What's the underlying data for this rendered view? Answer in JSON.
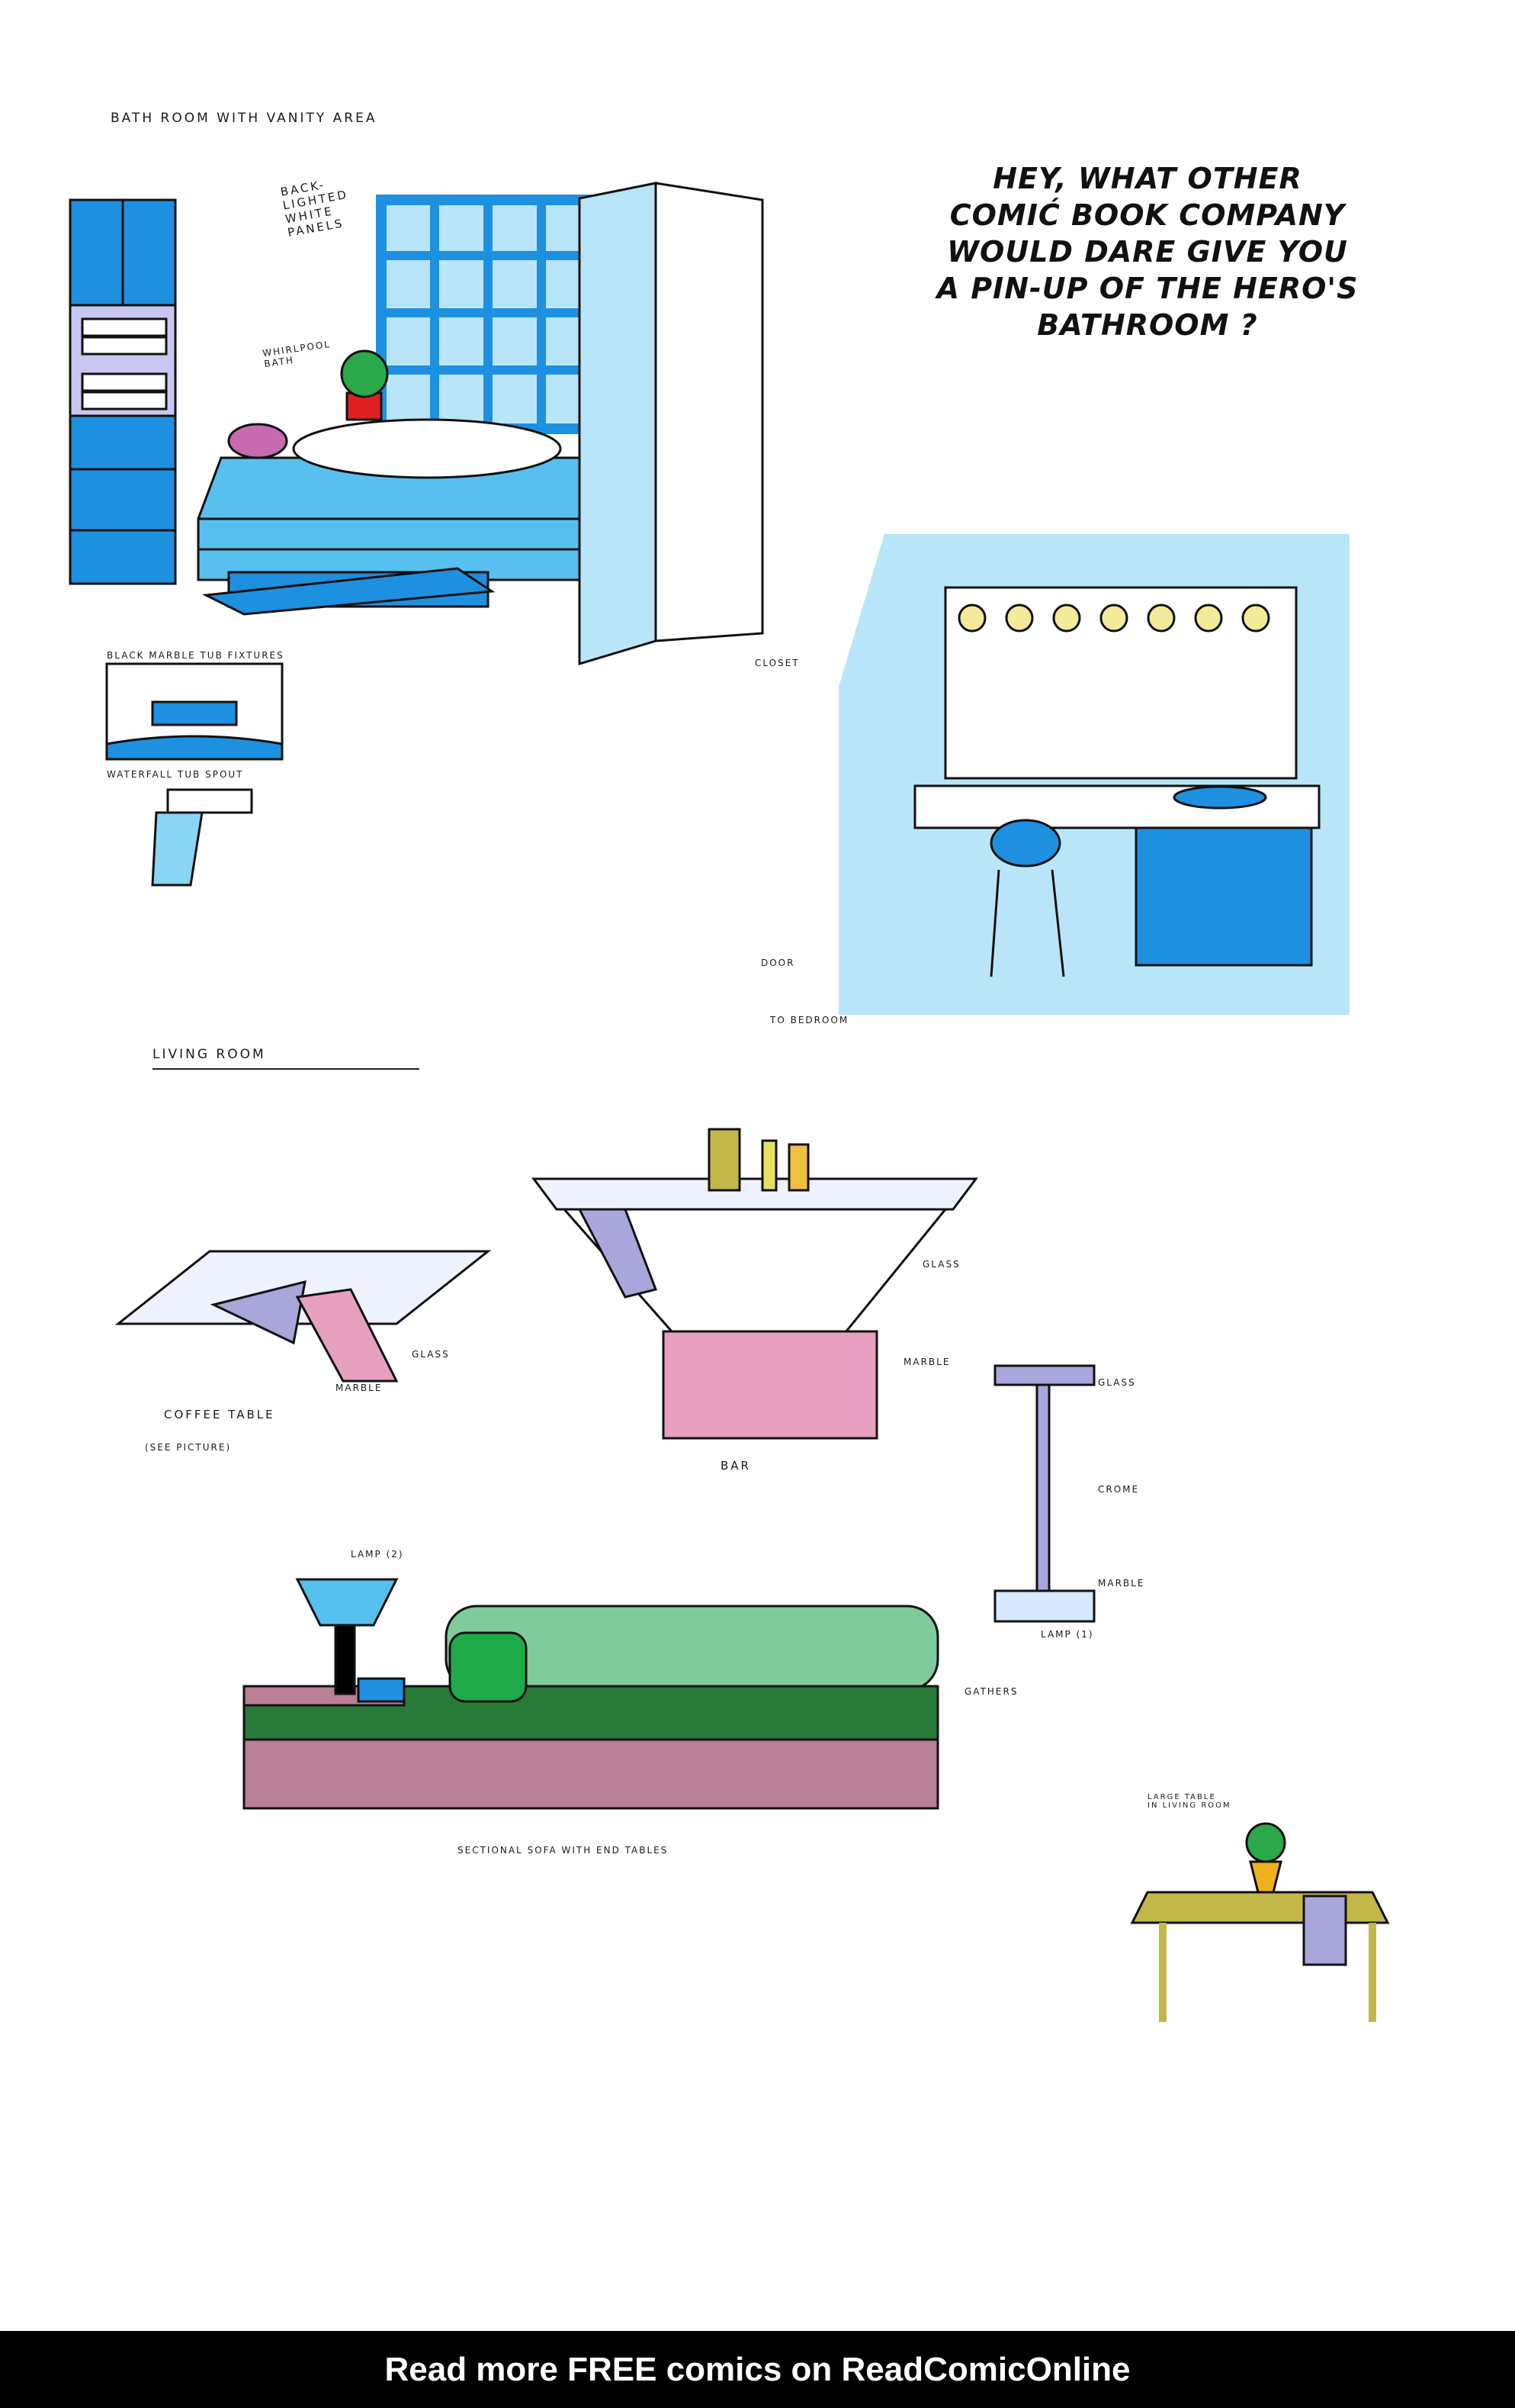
{
  "header": {
    "section_bath": "BATH ROOM WITH VANITY AREA",
    "section_living": "LIVING ROOM"
  },
  "caption": {
    "lines": [
      "HEY, WHAT OTHER",
      "COMIĆ BOOK COMPANY",
      "WOULD DARE GIVE YOU",
      "A PIN-UP OF THE HERO'S",
      "BATHROOM ?"
    ]
  },
  "bath_labels": {
    "panels": [
      "BACK-",
      "LIGHTED",
      "WHITE",
      "PANELS"
    ],
    "whirlpool": [
      "WHIRLPOOL",
      "BATH"
    ],
    "closet": "CLOSET",
    "tub_fixtures": "BLACK MARBLE TUB FIXTURES",
    "tub_spout": "WATERFALL TUB SPOUT",
    "door": "DOOR",
    "to_bedroom": "TO BEDROOM"
  },
  "living_labels": {
    "coffee_table": "COFFEE TABLE",
    "see_picture": "(SEE PICTURE)",
    "coffee_glass": "GLASS",
    "coffee_marble": "MARBLE",
    "bar": "BAR",
    "bar_glass": "GLASS",
    "bar_marble": "MARBLE",
    "lamp_glass": "GLASS",
    "lamp_crome": "CROME",
    "lamp_marble": "MARBLE",
    "lamp_one": "LAMP (1)",
    "lamp_two": "LAMP (2)",
    "gathers": "GATHERS",
    "sofa": "SECTIONAL SOFA WITH END TABLES",
    "large_table": [
      "LARGE TABLE",
      "IN LIVING ROOM"
    ]
  },
  "footer": {
    "text": "Read more FREE comics on ReadComicOnline"
  },
  "colors": {
    "blue": "#1e90e0",
    "light_blue": "#b8e6f8",
    "green": "#7fcb9a",
    "mauve": "#b87f96",
    "lavender": "#a9a6dc",
    "olive": "#c2b84a",
    "pink": "#e8a0c0",
    "black": "#000000"
  }
}
